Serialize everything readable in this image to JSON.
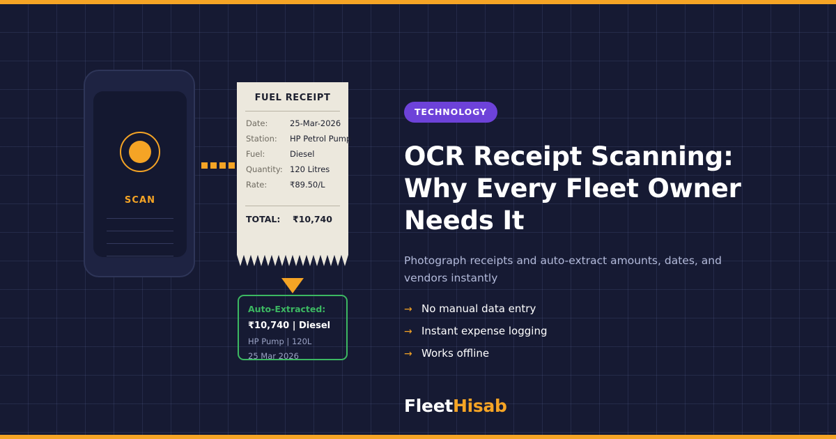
{
  "theme": {
    "background": "#161a33",
    "grid_line": "#2a3055",
    "accent_orange": "#f5a425",
    "badge_purple": "#6d42d9",
    "extract_green": "#3cb862",
    "receipt_paper": "#ece8dd"
  },
  "phone": {
    "scan_label": "SCAN",
    "lens_icon": "camera-lens-icon",
    "placeholder_line_count": 4
  },
  "connector": {
    "dash_count": 5,
    "arrow_icon": "arrow-right-icon"
  },
  "receipt": {
    "title": "FUEL RECEIPT",
    "rows": [
      {
        "label": "Date:",
        "value": "25-Mar-2026"
      },
      {
        "label": "Station:",
        "value": "HP Petrol Pump"
      },
      {
        "label": "Fuel:",
        "value": "Diesel"
      },
      {
        "label": "Quantity:",
        "value": "120 Litres"
      },
      {
        "label": "Rate:",
        "value": "₹89.50/L"
      }
    ],
    "total_label": "TOTAL:",
    "total_value": "₹10,740"
  },
  "extracted": {
    "pointer_icon": "triangle-down-icon",
    "title": "Auto-Extracted:",
    "primary": "₹10,740 | Diesel",
    "secondary": "HP Pump | 120L",
    "tertiary": "25 Mar 2026"
  },
  "content": {
    "badge": "TECHNOLOGY",
    "headline": "OCR Receipt Scanning: Why Every Fleet Owner Needs It",
    "subtitle": "Photograph receipts and auto-extract amounts, dates, and vendors instantly",
    "bullet_marker": "→",
    "bullets": [
      {
        "text": "No manual data entry"
      },
      {
        "text": "Instant expense logging"
      },
      {
        "text": "Works offline"
      }
    ]
  },
  "logo": {
    "part_one": "Fleet",
    "part_two": "Hisab"
  }
}
